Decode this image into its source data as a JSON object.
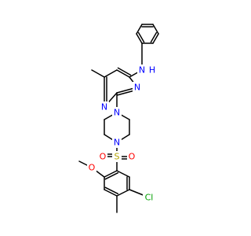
{
  "molecule": {
    "colors": {
      "bond": "#000000",
      "N": "#0000ff",
      "O": "#ff0000",
      "S": "#b3a300",
      "Cl": "#00a000"
    },
    "atom_labels": {
      "nh": "N",
      "h": "H",
      "n_pyr_right": "N",
      "n_pyr_bottom": "N",
      "n_pip_top": "N",
      "n_pip_bottom": "N",
      "s": "S",
      "o_left": "O",
      "o_right": "O",
      "o_methoxy": "O",
      "cl": "Cl"
    }
  }
}
